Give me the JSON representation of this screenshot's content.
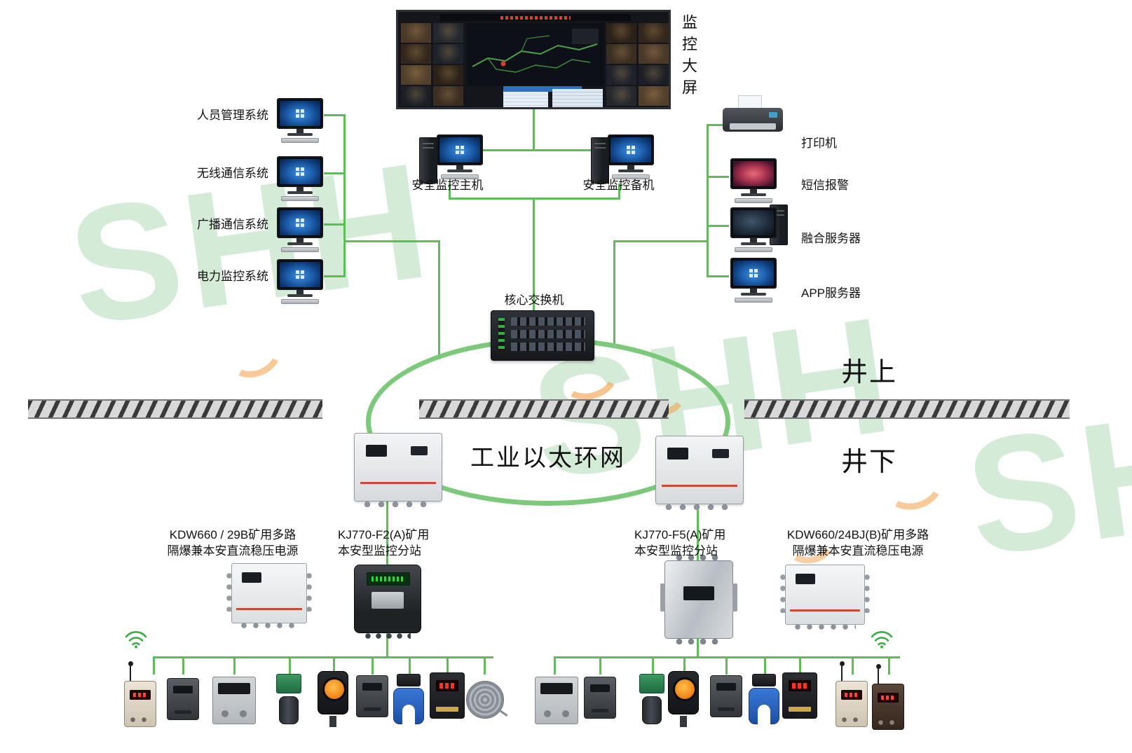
{
  "watermark": {
    "text": "SHH"
  },
  "colors": {
    "line_green": "#62ba5e",
    "ring_green": "#7cc97c",
    "accent_orange": "#f5a04a"
  },
  "surface": {
    "big_screen_label": "监控大屏",
    "left_systems": [
      {
        "label": "人员管理系统"
      },
      {
        "label": "无线通信系统"
      },
      {
        "label": "广播通信系统"
      },
      {
        "label": "电力监控系统"
      }
    ],
    "main_host_label": "安全监控主机",
    "backup_host_label": "安全监控备机",
    "right_devices": [
      {
        "label": "打印机"
      },
      {
        "label": "短信报警"
      },
      {
        "label": "融合服务器"
      },
      {
        "label": "APP服务器"
      }
    ],
    "core_switch_label": "核心交换机",
    "zone_label": "井上"
  },
  "underground": {
    "zone_label": "井下",
    "ring_label": "工业以太环网",
    "left_power_supply": {
      "line1": "KDW660 / 29B矿用多路",
      "line2": "隔爆兼本安直流稳压电源"
    },
    "left_station": {
      "line1": "KJ770-F2(A)矿用",
      "line2": "本安型监控分站"
    },
    "right_station": {
      "line1": "KJ770-F5(A)矿用",
      "line2": "本安型监控分站"
    },
    "right_power_supply": {
      "line1": "KDW660/24BJ(B)矿用多路",
      "line2": "隔爆兼本安直流稳压电源"
    }
  }
}
